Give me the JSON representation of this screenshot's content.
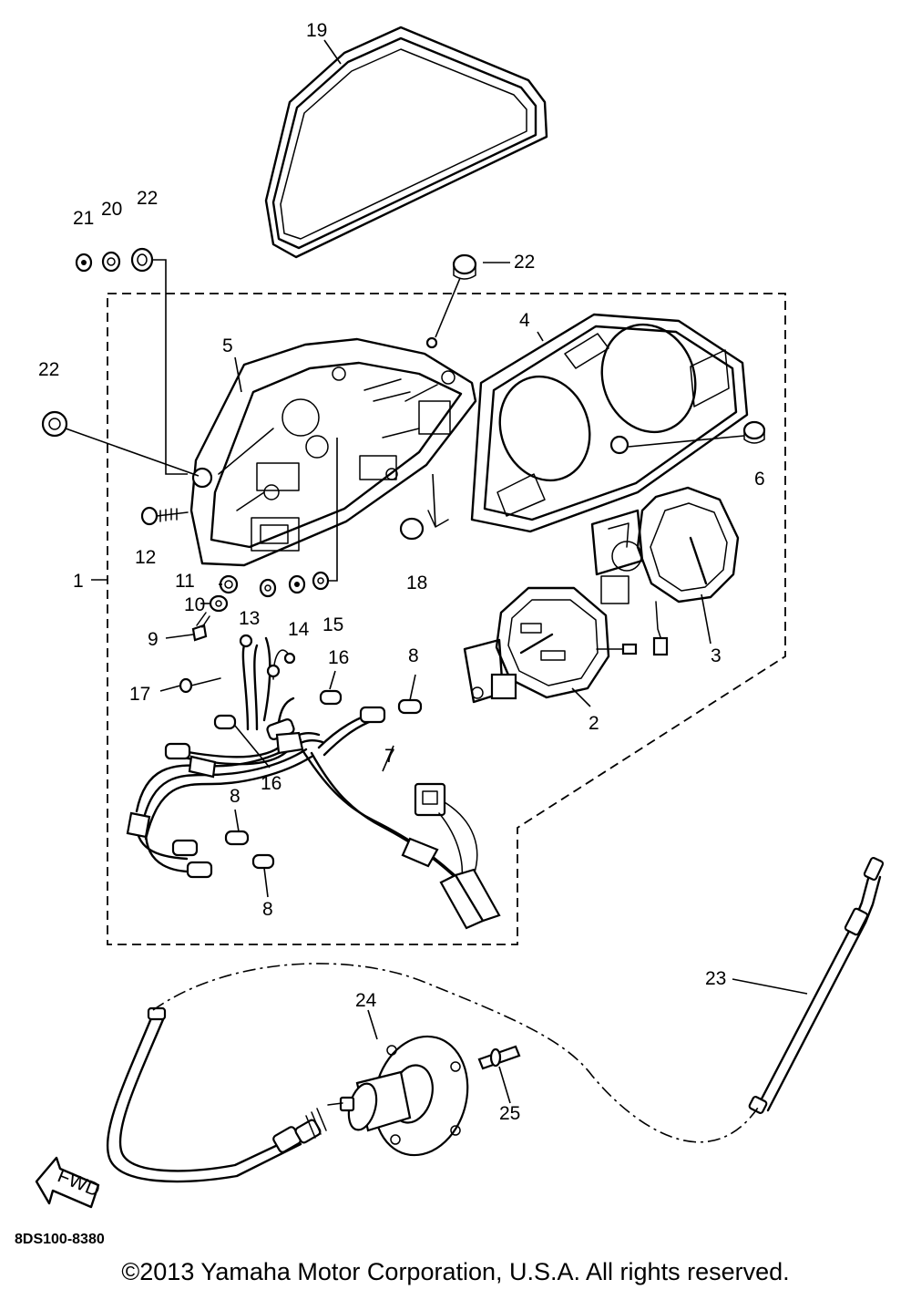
{
  "callouts": [
    {
      "id": "c1",
      "label": "1"
    },
    {
      "id": "c2",
      "label": "2"
    },
    {
      "id": "c3",
      "label": "3"
    },
    {
      "id": "c4",
      "label": "4"
    },
    {
      "id": "c5",
      "label": "5"
    },
    {
      "id": "c6",
      "label": "6"
    },
    {
      "id": "c7",
      "label": "7"
    },
    {
      "id": "c8a",
      "label": "8"
    },
    {
      "id": "c8b",
      "label": "8"
    },
    {
      "id": "c8c",
      "label": "8"
    },
    {
      "id": "c9",
      "label": "9"
    },
    {
      "id": "c10",
      "label": "10"
    },
    {
      "id": "c11",
      "label": "11"
    },
    {
      "id": "c12",
      "label": "12"
    },
    {
      "id": "c13",
      "label": "13"
    },
    {
      "id": "c14",
      "label": "14"
    },
    {
      "id": "c15",
      "label": "15"
    },
    {
      "id": "c16a",
      "label": "16"
    },
    {
      "id": "c16b",
      "label": "16"
    },
    {
      "id": "c17",
      "label": "17"
    },
    {
      "id": "c18",
      "label": "18"
    },
    {
      "id": "c19",
      "label": "19"
    },
    {
      "id": "c20",
      "label": "20"
    },
    {
      "id": "c21",
      "label": "21"
    },
    {
      "id": "c22a",
      "label": "22"
    },
    {
      "id": "c22b",
      "label": "22"
    },
    {
      "id": "c22c",
      "label": "22"
    },
    {
      "id": "c23",
      "label": "23"
    },
    {
      "id": "c24",
      "label": "24"
    },
    {
      "id": "c25",
      "label": "25"
    }
  ],
  "fwd_label": "FWD",
  "diagram_ref": "8DS100-8380",
  "copyright": "©2013 Yamaha Motor Corporation, U.S.A. All rights reserved."
}
